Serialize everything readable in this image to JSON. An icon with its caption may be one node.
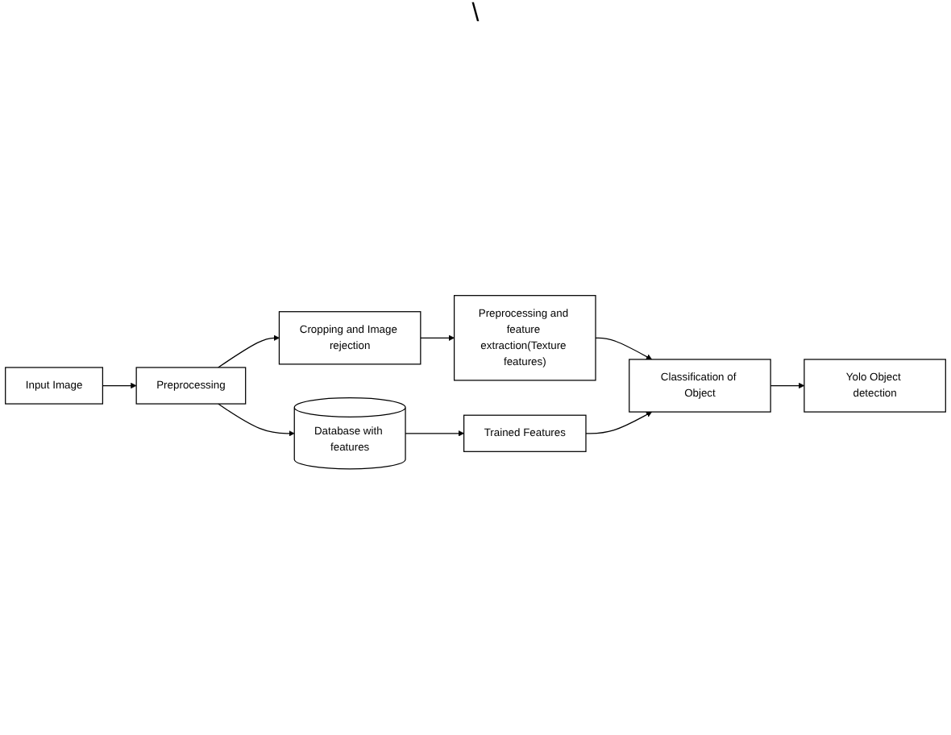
{
  "diagram": {
    "nodes": [
      {
        "text": [
          "Input Image"
        ]
      },
      {
        "text": [
          "Preprocessing"
        ]
      },
      {
        "text": [
          "Cropping and Image rejection"
        ]
      },
      {
        "text": [
          "Preprocessing and feature extraction(Texture features)"
        ]
      },
      {
        "text": [
          "Database with features"
        ]
      },
      {
        "text": [
          "Trained Features"
        ]
      },
      {
        "text": [
          "Classification of Object"
        ]
      },
      {
        "text": [
          "Yolo Object detection"
        ]
      }
    ],
    "edges": [
      {
        "from": 0,
        "to": 1,
        "arrow": "to"
      },
      {
        "from": 1,
        "to": 2,
        "arrow": "to"
      },
      {
        "from": 2,
        "to": 3,
        "arrow": "to"
      },
      {
        "from": 1,
        "to": 4,
        "arrow": "to"
      },
      {
        "from": 3,
        "to": 6,
        "arrow": "to"
      },
      {
        "from": 4,
        "to": 5,
        "arrow": "to"
      },
      {
        "from": 5,
        "to": 6,
        "arrow": "to"
      },
      {
        "from": 6,
        "to": 7,
        "arrow": "to"
      }
    ],
    "labels": [
      "\\"
    ]
  }
}
